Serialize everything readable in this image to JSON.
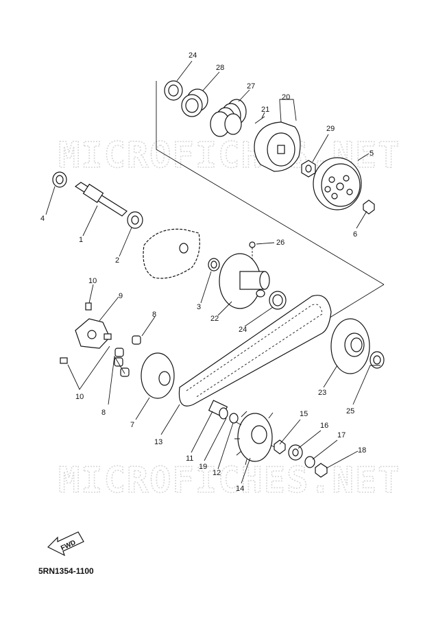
{
  "watermarks": [
    "MICROFICHES.NET",
    "MICROFICHES.NET"
  ],
  "fwd_label": "FWD",
  "diagram_code": "5RN1354-1100",
  "callouts": {
    "n1": "1",
    "n2": "2",
    "n3": "3",
    "n4": "4",
    "n5": "5",
    "n6": "6",
    "n7": "7",
    "n8a": "8",
    "n8b": "8",
    "n9": "9",
    "n10a": "10",
    "n10b": "10",
    "n11": "11",
    "n12": "12",
    "n13": "13",
    "n14": "14",
    "n15": "15",
    "n16": "16",
    "n17": "17",
    "n18": "18",
    "n19": "19",
    "n20": "20",
    "n21": "21",
    "n22": "22",
    "n23": "23",
    "n24a": "24",
    "n24b": "24",
    "n25": "25",
    "n26": "26",
    "n27": "27",
    "n28": "28",
    "n29": "29"
  }
}
